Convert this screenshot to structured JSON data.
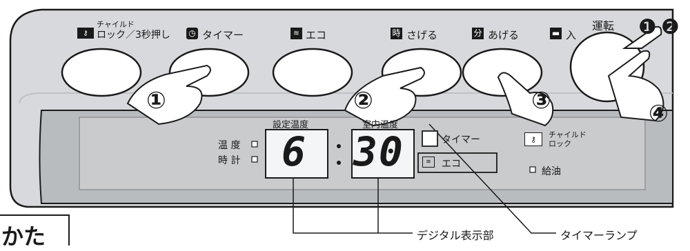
{
  "labels": {
    "child_lock_top": "チャイルド",
    "child_lock_bottom": "ロック／3秒押し",
    "timer": "タイマー",
    "eco": "エコ",
    "lower": "さげる",
    "raise": "あげる",
    "on": "入",
    "run": "運転",
    "hour_kanji": "時",
    "minute_kanji": "分"
  },
  "steps": [
    "①",
    "②",
    "③",
    "④"
  ],
  "run_steps": [
    "❶",
    "❷"
  ],
  "display": {
    "set_temp_label": "設定温度",
    "room_temp_label": "室内温度",
    "temp_indicator": "温 度",
    "clock_indicator": "時 計",
    "left_value": "6",
    "right_value": "30",
    "timer_lamp_text": "タイマー",
    "eco_lamp_text": "エコ",
    "child_lock_lamp_top": "チャイルド",
    "child_lock_lamp_bottom": "ロック",
    "refill_lamp": "給油"
  },
  "annotations": {
    "digital_display": "デジタル表示部",
    "timer_lamp": "タイマーランプ"
  },
  "corner_heading": "かた",
  "icons": [
    "key-icon",
    "clock-icon",
    "eco-icon",
    "on-icon"
  ]
}
